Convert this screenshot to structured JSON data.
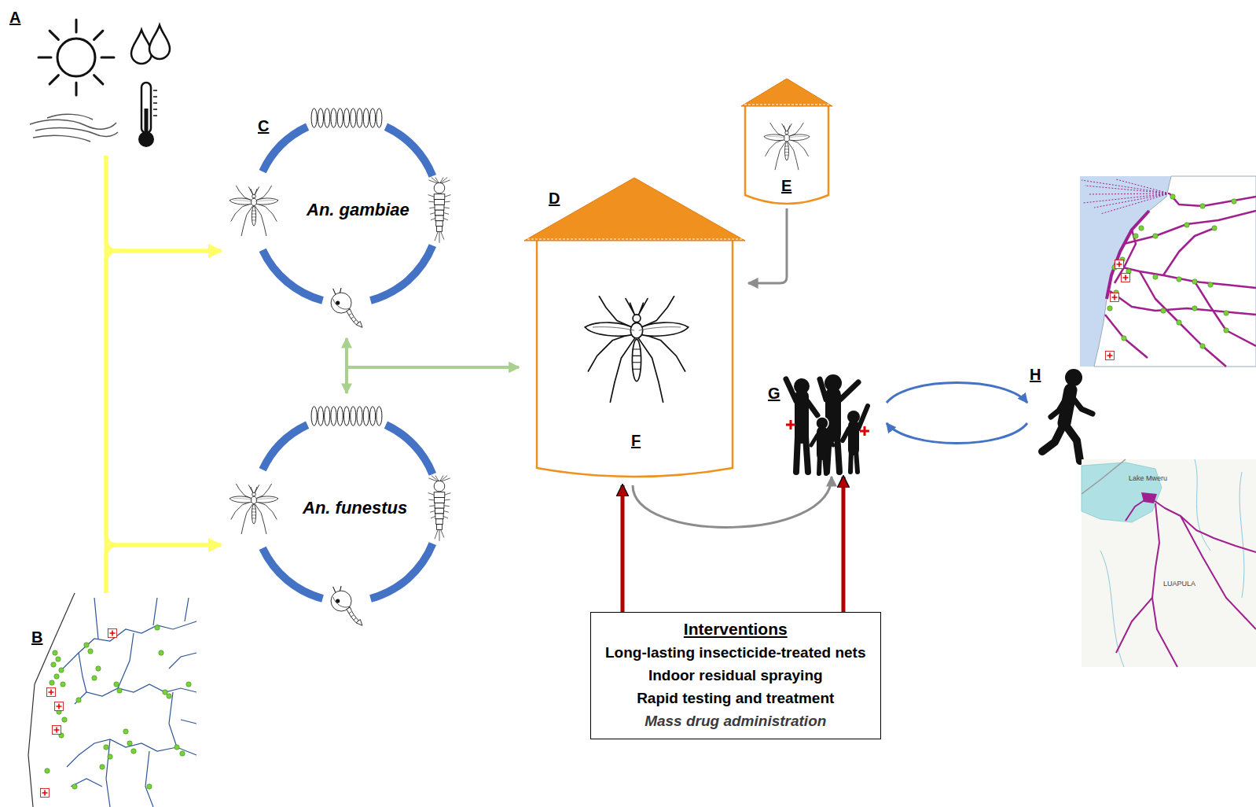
{
  "diagram": {
    "nodes": [
      {
        "text": [
          "A"
        ]
      },
      {
        "text": [
          "C",
          "An. gambiae"
        ]
      },
      {
        "text": [
          "E"
        ]
      },
      {
        "text": [
          "D",
          "F"
        ]
      },
      {
        "text": [
          "G"
        ]
      },
      {
        "text": [
          "H"
        ]
      },
      {
        "text": [
          "An. funestus"
        ]
      },
      {
        "text": [
          "Interventions",
          "Long-lasting insecticide-treated nets",
          "Indoor residual spraying",
          "Rapid testing and treatment",
          "Mass drug administration"
        ]
      },
      {
        "text": [
          "B"
        ]
      }
    ],
    "edges": [
      {
        "from": 0,
        "to": 1,
        "arrow": "to"
      },
      {
        "from": 0,
        "to": 6,
        "arrow": "to"
      },
      {
        "from": 8,
        "to": 1,
        "arrow": "to"
      },
      {
        "from": 8,
        "to": 6,
        "arrow": "to"
      },
      {
        "from": 1,
        "to": 3,
        "arrow": "both"
      },
      {
        "from": 6,
        "to": 3,
        "arrow": "both"
      },
      {
        "from": 2,
        "to": 3,
        "arrow": "to"
      },
      {
        "from": 3,
        "to": 4,
        "arrow": "to"
      },
      {
        "from": 4,
        "to": 5,
        "arrow": "to"
      },
      {
        "from": 5,
        "to": 4,
        "arrow": "to"
      },
      {
        "from": 7,
        "to": 3,
        "arrow": "to"
      },
      {
        "from": 7,
        "to": 4,
        "arrow": "to"
      }
    ],
    "labels": [
      "Lake Mweru",
      "LUAPULA"
    ]
  }
}
